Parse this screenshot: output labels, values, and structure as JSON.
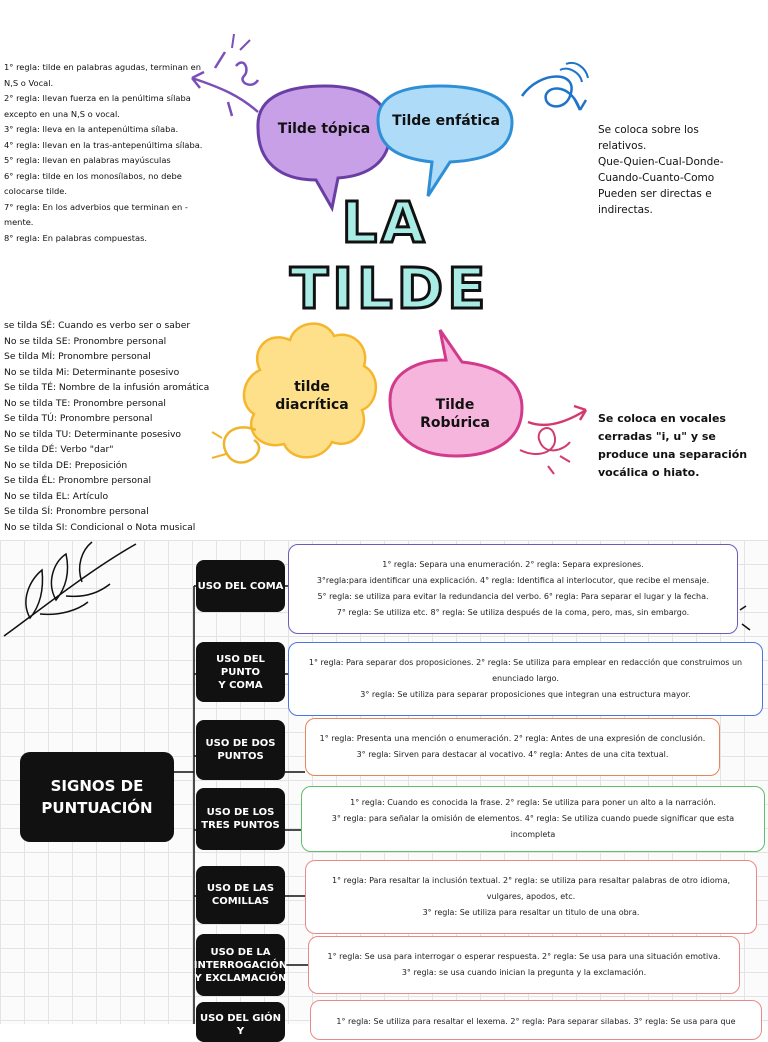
{
  "title": {
    "line1": "LA",
    "line2": "TILDE"
  },
  "bubbles": {
    "topica": "Tilde tópica",
    "enfatica": "Tilde enfática",
    "diacritica_1": "tilde",
    "diacritica_2": "diacrítica",
    "robusica_1": "Tilde",
    "robusica_2": "Robúrica"
  },
  "topica_rules": [
    "1° regla: tilde en palabras agudas, terminan en N,S o Vocal.",
    "2° regla: llevan fuerza en la penúltima sílaba excepto en una N,S o vocal.",
    "3° regla: lleva en la antepenúltima sílaba.",
    "4° regla: llevan en la tras-antepenúltima sílaba.",
    "5° regla: llevan en palabras mayúsculas",
    "6° regla: tilde en los monosílabos, no debe colocarse tilde.",
    "7° regla: En los adverbios que terminan en -mente.",
    "8° regla: En palabras compuestas."
  ],
  "enfatica_text": [
    "Se coloca sobre los",
    "relativos.",
    "Que-Quien-Cual-Donde-",
    "Cuando-Cuanto-Como",
    "Pueden ser directas e",
    "indirectas."
  ],
  "diacritica_list": [
    "se tilda SÉ: Cuando es verbo ser o saber",
    "No se tilda SE: Pronombre personal",
    "Se tilda MÍ: Pronombre personal",
    "No se tilda Mi: Determinante posesivo",
    "Se tilda TÉ: Nombre de la infusión aromática",
    "No se tilda TE: Pronombre personal",
    "Se tilda TÚ: Pronombre personal",
    "No se tilda TU: Determinante posesivo",
    "Se tilda DÉ: Verbo \"dar\"",
    "No se tilda DE: Preposición",
    "Se tilda ÉL: Pronombre personal",
    "No se tilda EL: Artículo",
    "Se tilda SÍ: Pronombre personal",
    "No se tilda SI: Condicional o Nota musical"
  ],
  "robusica_text": [
    "Se coloca en vocales",
    "cerradas \"i, u\" y se",
    "produce una separación",
    "vocálica o hiato."
  ],
  "punctuation": {
    "main": [
      "SIGNOS DE",
      "PUNTUACIÓN"
    ],
    "categories": [
      {
        "label": [
          "USO DEL COMA"
        ],
        "color": "#6b5cb8",
        "rules": [
          "1° regla: Separa una enumeración.    2° regla: Separa expresiones.",
          "3°regla:para identificar una explicación.    4° regla: Identifica al interlocutor, que recibe el mensaje.",
          "5° regla: se utiliza para evitar la redundancia del verbo.      6° regla: Para separar el lugar y la fecha.",
          "7° regla: Se utiliza etc.          8° regla: Se utiliza después de la coma, pero, mas, sin embargo."
        ]
      },
      {
        "label": [
          "USO DEL PUNTO",
          "Y COMA"
        ],
        "color": "#4a74e0",
        "rules": [
          "1° regla: Para separar dos proposiciones.  2° regla: Se utiliza para emplear en redacción que construimos un enunciado largo.",
          "3° regla: Se utiliza para separar proposiciones que integran una estructura mayor."
        ]
      },
      {
        "label": [
          "USO DE DOS",
          "PUNTOS"
        ],
        "color": "#e8845a",
        "rules": [
          "1° regla: Presenta una mención o enumeración.  2° regla: Antes de una expresión de conclusión.",
          "3° regla: Sirven para destacar al vocativo.   4° regla: Antes de una cita textual."
        ]
      },
      {
        "label": [
          "USO DE LOS",
          "TRES PUNTOS"
        ],
        "color": "#5fbf6a",
        "rules": [
          "1° regla: Cuando es conocida la frase.   2° regla: Se utiliza para poner un alto a la narración.",
          "3° regla: para señalar la omisión de elementos.   4° regla: Se utiliza cuando puede significar que esta incompleta"
        ]
      },
      {
        "label": [
          "USO DE LAS",
          "COMILLAS"
        ],
        "color": "#e98a8a",
        "rules": [
          "1° regla: Para resaltar la inclusión textual.    2° regla: se utiliza para resaltar palabras de otro idioma, vulgares, apodos, etc.",
          "3° regla: Se utiliza para resaltar un titulo de una obra."
        ]
      },
      {
        "label": [
          "USO DE LA",
          "INTERROGACIÓN",
          "Y EXCLAMACIÓN"
        ],
        "color": "#e98a8a",
        "rules": [
          "1° regla: Se usa para interrogar o esperar respuesta.    2° regla: Se usa para una situación emotiva.",
          "3° regla: se usa cuando inician la pregunta y la exclamación."
        ]
      },
      {
        "label": [
          "USO DEL GIÓN Y"
        ],
        "color": "#e98a8a",
        "rules": [
          "1° regla: Se utiliza para resaltar el lexema. 2° regla: Para separar silabas. 3° regla: Se usa para que"
        ]
      }
    ]
  },
  "colors": {
    "topica": "#b58ad9",
    "enfatica": "#9fd3f5",
    "diacritica": "#ffd870",
    "robusica": "#f2a3d0",
    "title_fill": "#a8ece5"
  }
}
